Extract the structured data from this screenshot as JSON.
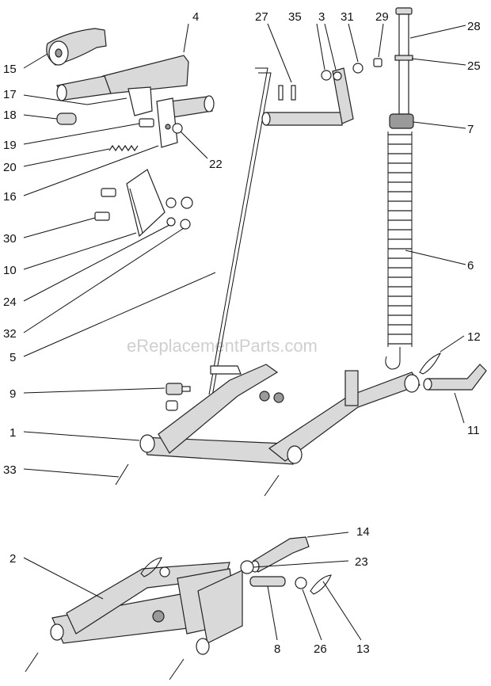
{
  "watermark": "eReplacementParts.com",
  "callouts": [
    {
      "id": "4",
      "label": "4"
    },
    {
      "id": "27",
      "label": "27"
    },
    {
      "id": "35",
      "label": "35"
    },
    {
      "id": "3",
      "label": "3"
    },
    {
      "id": "31",
      "label": "31"
    },
    {
      "id": "29",
      "label": "29"
    },
    {
      "id": "28",
      "label": "28"
    },
    {
      "id": "15",
      "label": "15"
    },
    {
      "id": "25",
      "label": "25"
    },
    {
      "id": "17",
      "label": "17"
    },
    {
      "id": "18",
      "label": "18"
    },
    {
      "id": "7",
      "label": "7"
    },
    {
      "id": "19",
      "label": "19"
    },
    {
      "id": "20",
      "label": "20"
    },
    {
      "id": "22",
      "label": "22"
    },
    {
      "id": "16",
      "label": "16"
    },
    {
      "id": "30",
      "label": "30"
    },
    {
      "id": "6",
      "label": "6"
    },
    {
      "id": "10",
      "label": "10"
    },
    {
      "id": "24",
      "label": "24"
    },
    {
      "id": "32",
      "label": "32"
    },
    {
      "id": "12",
      "label": "12"
    },
    {
      "id": "5",
      "label": "5"
    },
    {
      "id": "9",
      "label": "9"
    },
    {
      "id": "11",
      "label": "11"
    },
    {
      "id": "1",
      "label": "1"
    },
    {
      "id": "33",
      "label": "33"
    },
    {
      "id": "14",
      "label": "14"
    },
    {
      "id": "2",
      "label": "2"
    },
    {
      "id": "23",
      "label": "23"
    },
    {
      "id": "8",
      "label": "8"
    },
    {
      "id": "26",
      "label": "26"
    },
    {
      "id": "13",
      "label": "13"
    }
  ]
}
